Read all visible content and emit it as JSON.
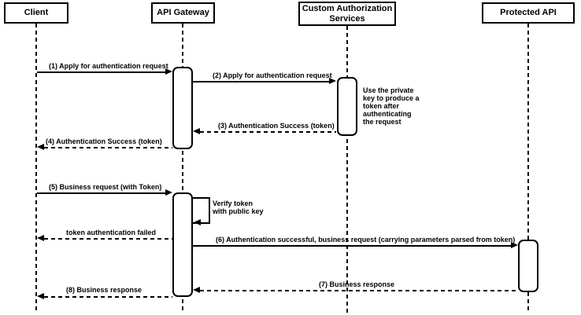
{
  "diagram": {
    "type": "sequence-diagram",
    "background_color": "#ffffff",
    "line_color": "#000000",
    "shape_fill_color": "#ffffff",
    "actors": [
      {
        "label": "Client"
      },
      {
        "label": "API Gateway"
      },
      {
        "label": "Custom Authorization\nServices"
      },
      {
        "label": "Protected API"
      }
    ],
    "messages": [
      {
        "label": "(1) Apply for authentication request",
        "from": "Client",
        "to": "API Gateway",
        "line": "solid"
      },
      {
        "label": "(2) Apply for authentication request",
        "from": "API Gateway",
        "to": "Custom Authorization Services",
        "line": "solid"
      },
      {
        "label": "(3) Authentication Success (token)",
        "from": "Custom Authorization Services",
        "to": "API Gateway",
        "line": "dashed"
      },
      {
        "label": "(4) Authentication Success (token)",
        "from": "API Gateway",
        "to": "Client",
        "line": "dashed"
      },
      {
        "label": "(5) Business request (with Token)",
        "from": "Client",
        "to": "API Gateway",
        "line": "solid"
      },
      {
        "label": "token authentication failed",
        "from": "API Gateway",
        "to": "Client",
        "line": "dashed"
      },
      {
        "label": "(6) Authentication successful, business request (carrying parameters parsed from token)",
        "from": "API Gateway",
        "to": "Protected API",
        "line": "solid"
      },
      {
        "label": "(7) Business response",
        "from": "Protected API",
        "to": "API Gateway",
        "line": "dashed"
      },
      {
        "label": "(8) Business response",
        "from": "API Gateway",
        "to": "Client",
        "line": "dashed"
      }
    ],
    "self_message": {
      "label": "Verify token\nwith public key",
      "actor": "API Gateway"
    },
    "note": {
      "label": "Use the private\nkey to produce a\ntoken after\nauthenticating\nthe request",
      "actor": "Custom Authorization Services"
    }
  }
}
